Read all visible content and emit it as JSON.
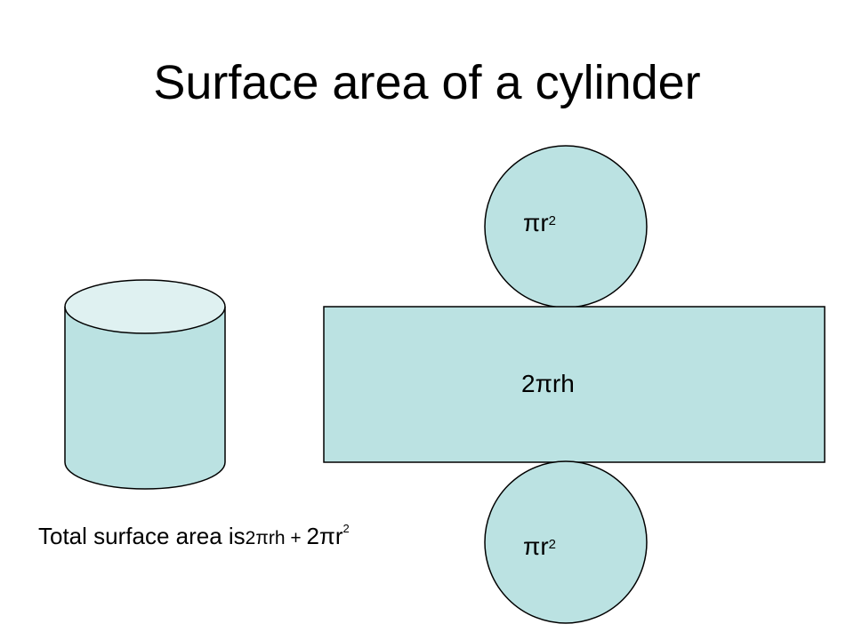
{
  "title": "Surface area of a cylinder",
  "net": {
    "top_circle_label": "πr",
    "top_circle_exp": "2",
    "rectangle_label": "2πrh",
    "bottom_circle_label": "πr",
    "bottom_circle_exp": "2"
  },
  "total": {
    "lead": "Total surface area is",
    "term1": "2πrh + ",
    "term2": "2πr",
    "term2_exp": "2"
  },
  "colors": {
    "shape_fill": "#bbe2e2",
    "cylinder_top_fill": "#dff1f1",
    "stroke": "#000000"
  }
}
